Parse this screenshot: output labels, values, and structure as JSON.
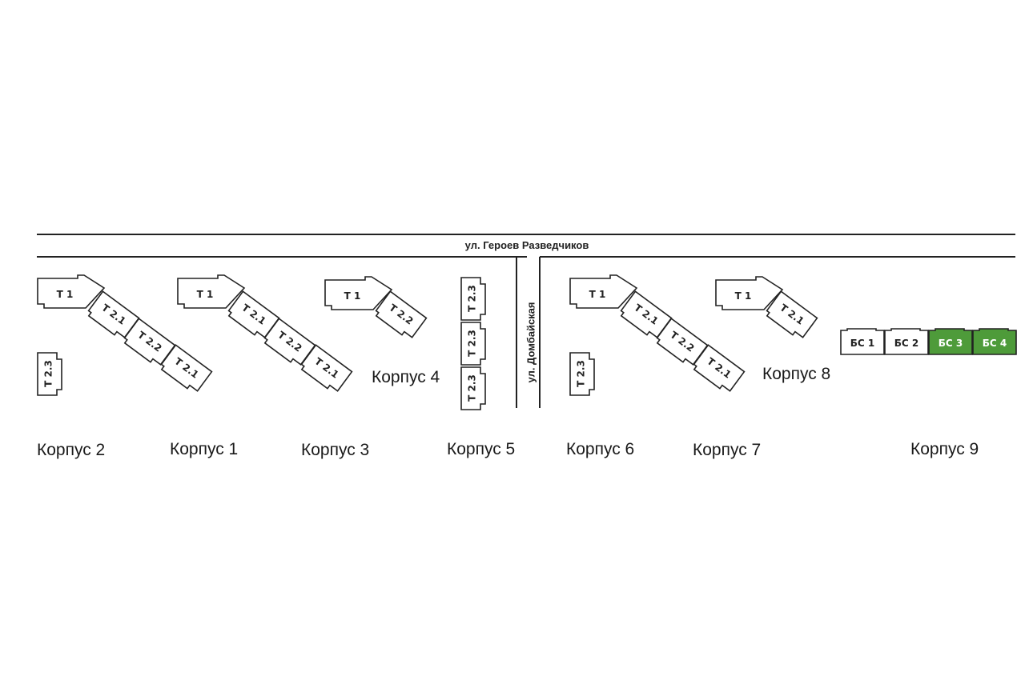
{
  "streets": {
    "top": "ул. Героев Разведчиков",
    "side": "ул. Домбайская"
  },
  "colors": {
    "line": "#222222",
    "selected": "#4e9b3a",
    "background": "#ffffff"
  },
  "buildings": {
    "k2": {
      "label": "Корпус 2",
      "sections": [
        "Т 1",
        "Т 2.1",
        "Т 2.2",
        "Т 2.1",
        "Т 2.3"
      ]
    },
    "k1": {
      "label": "Корпус 1",
      "sections": [
        "Т 1",
        "Т 2.1",
        "Т 2.2",
        "Т 2.1"
      ]
    },
    "k3": {
      "label": "Корпус 3",
      "sections": [
        "Т 1",
        "Т 2.2"
      ]
    },
    "k4": {
      "label": "Корпус 4"
    },
    "k5": {
      "label": "Корпус 5",
      "sections": [
        "Т 2.3",
        "Т 2.3",
        "Т 2.3"
      ]
    },
    "k6": {
      "label": "Корпус 6",
      "sections": [
        "Т 2.3"
      ]
    },
    "k7": {
      "label": "Корпус 7",
      "sections": [
        "Т 1",
        "Т 2.1",
        "Т 2.2",
        "Т 2.1"
      ]
    },
    "k8": {
      "label": "Корпус 8",
      "sections": [
        "Т 1",
        "Т 2.1"
      ]
    },
    "k9": {
      "label": "Корпус 9",
      "sections": [
        "БС 1",
        "БС 2",
        "БС 3",
        "БС 4"
      ],
      "available": [
        "БС 3",
        "БС 4"
      ]
    }
  }
}
